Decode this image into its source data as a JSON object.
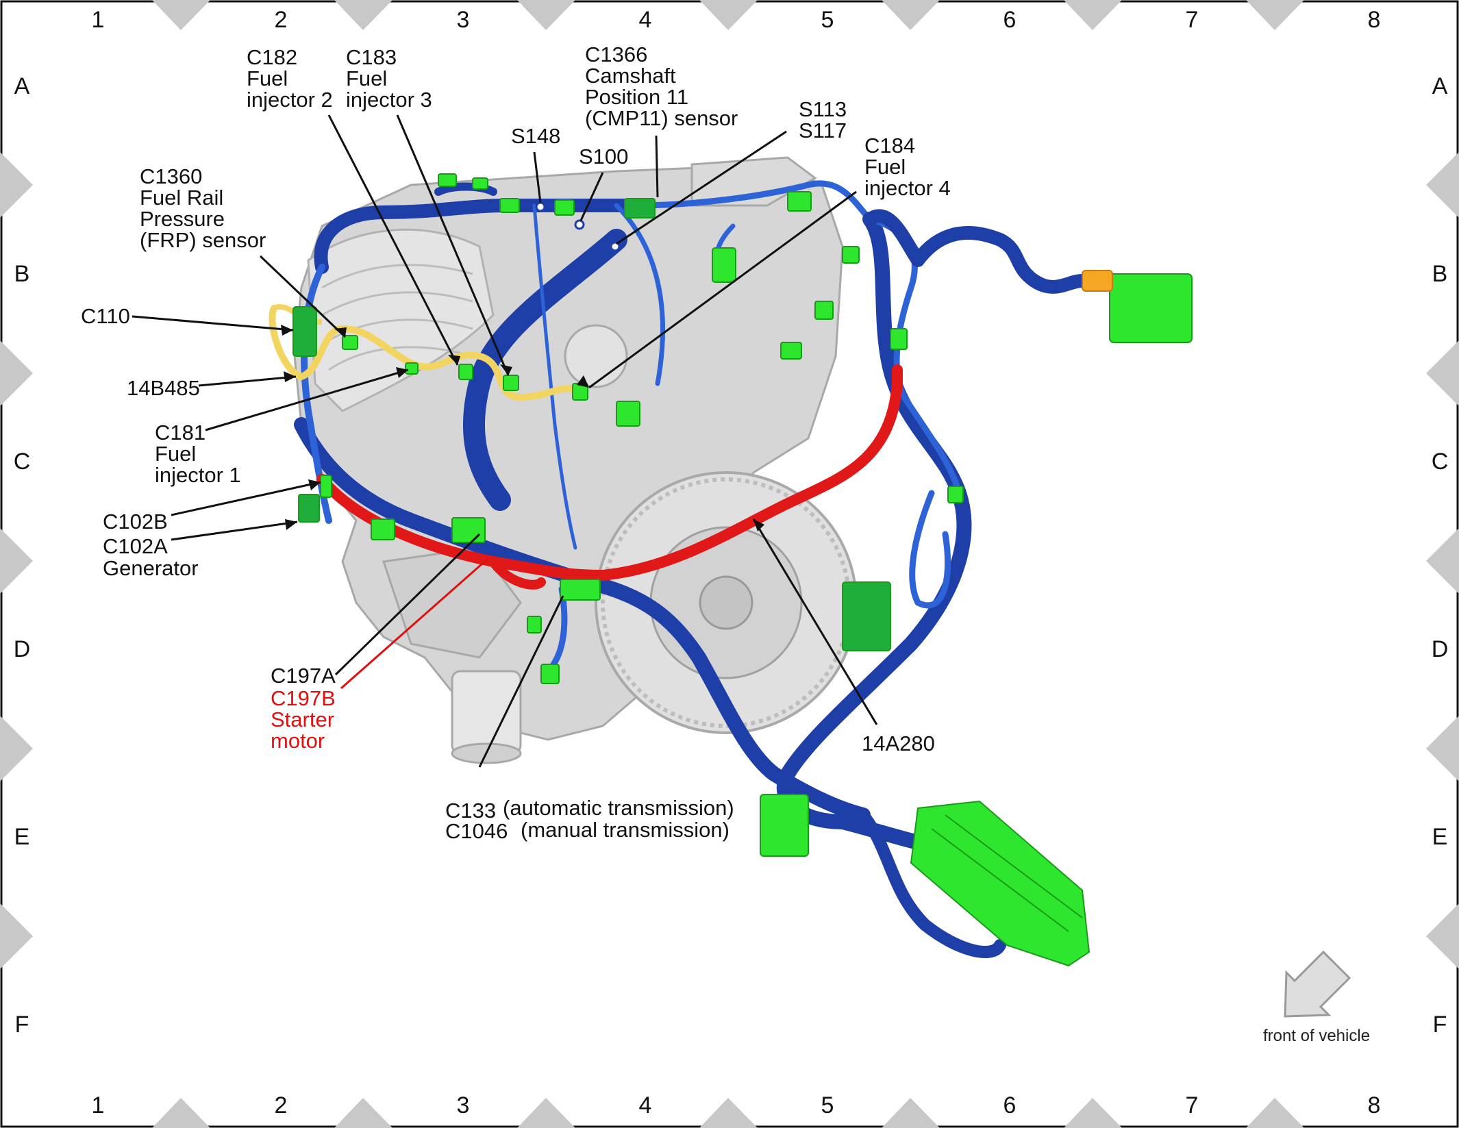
{
  "grid": {
    "columns": [
      "1",
      "2",
      "3",
      "4",
      "5",
      "6",
      "7",
      "8"
    ],
    "rows": [
      "A",
      "B",
      "C",
      "D",
      "E",
      "F"
    ]
  },
  "callouts": {
    "c182": [
      "C182",
      "Fuel",
      "injector 2"
    ],
    "c183": [
      "C183",
      "Fuel",
      "injector 3"
    ],
    "c1366": [
      "C1366",
      "Camshaft",
      "Position 11",
      "(CMP11) sensor"
    ],
    "s148": [
      "S148"
    ],
    "s100": [
      "S100"
    ],
    "s113": [
      "S113",
      "S117"
    ],
    "c184": [
      "C184",
      "Fuel",
      "injector 4"
    ],
    "c1360": [
      "C1360",
      "Fuel Rail",
      "Pressure",
      "(FRP) sensor"
    ],
    "c110": [
      "C110"
    ],
    "b485": [
      "14B485"
    ],
    "c181": [
      "C181",
      "Fuel",
      "injector 1"
    ],
    "c102b": [
      "C102B"
    ],
    "c102a": [
      "C102A",
      "Generator"
    ],
    "c197a": [
      "C197A"
    ],
    "c197b": [
      "C197B",
      "Starter",
      "motor"
    ],
    "c133": [
      "C133",
      "(automatic transmission)"
    ],
    "c1046": [
      "C1046",
      "(manual transmission)"
    ],
    "a280": [
      "14A280"
    ]
  },
  "orientation": {
    "label": "front of vehicle"
  },
  "colors": {
    "harness_main": "#1f3fa8",
    "harness_light": "#2d63d6",
    "harness_red": "#e01818",
    "harness_yellow": "#f2d560",
    "connector": "#2ee62e",
    "connector_orange": "#f5a623",
    "engine": "#d4d4d4",
    "border_triangle": "#c8c8c8",
    "red_text": "#e01010"
  }
}
